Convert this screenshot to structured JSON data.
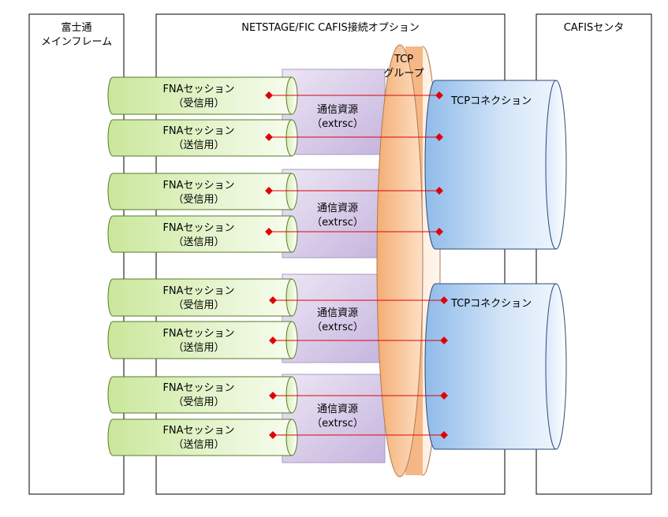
{
  "columns": {
    "left": {
      "line1": "富士通",
      "line2": "メインフレーム"
    },
    "middle": {
      "title": "NETSTAGE/FIC  CAFIS接続オプション"
    },
    "right": {
      "title": "CAFISセンタ"
    }
  },
  "tcp_group": {
    "line1": "TCP",
    "line2": "グループ"
  },
  "groups": [
    {
      "resource": {
        "line1": "通信資源",
        "line2": "（extrsc）"
      },
      "sessions": [
        {
          "line1": "FNAセッション",
          "line2": "（受信用）"
        },
        {
          "line1": "FNAセッション",
          "line2": "（送信用）"
        }
      ]
    },
    {
      "resource": {
        "line1": "通信資源",
        "line2": "（extrsc）"
      },
      "sessions": [
        {
          "line1": "FNAセッション",
          "line2": "（受信用）"
        },
        {
          "line1": "FNAセッション",
          "line2": "（送信用）"
        }
      ]
    },
    {
      "resource": {
        "line1": "通信資源",
        "line2": "（extrsc）"
      },
      "sessions": [
        {
          "line1": "FNAセッション",
          "line2": "（受信用）"
        },
        {
          "line1": "FNAセッション",
          "line2": "（送信用）"
        }
      ]
    },
    {
      "resource": {
        "line1": "通信資源",
        "line2": "（extrsc）"
      },
      "sessions": [
        {
          "line1": "FNAセッション",
          "line2": "（受信用）"
        },
        {
          "line1": "FNAセッション",
          "line2": "（送信用）"
        }
      ]
    }
  ],
  "connections": [
    {
      "label": "TCPコネクション"
    },
    {
      "label": "TCPコネクション"
    }
  ],
  "colors": {
    "session_fill": "#d8efb4",
    "resource_fill": "#d9ccea",
    "tcp_fill": "#f8c49a",
    "connection_fill": "#c3dbf5",
    "link": "#e0000a"
  }
}
